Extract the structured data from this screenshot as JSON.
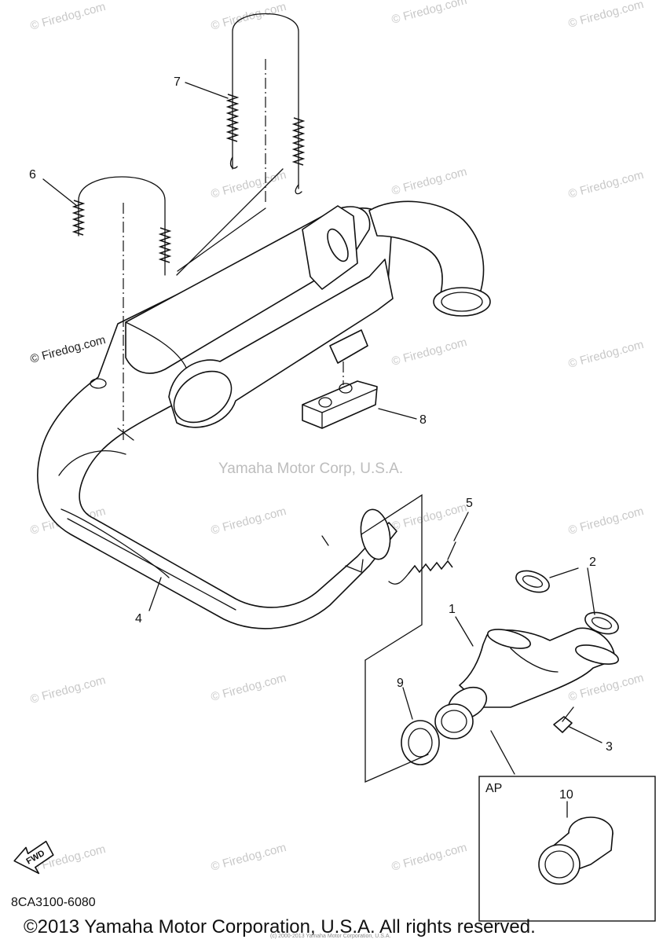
{
  "watermark": {
    "text": "© Firedog.com"
  },
  "center_credit": "Yamaha Motor Corp, U.S.A.",
  "callouts": {
    "c1": "1",
    "c2": "2",
    "c3": "3",
    "c4": "4",
    "c5": "5",
    "c6": "6",
    "c7": "7",
    "c8": "8",
    "c9": "9",
    "c10": "10"
  },
  "inset_label": "AP",
  "fwd_label": "FWD",
  "part_code": "8CA3100-6080",
  "copyright": "©2013 Yamaha Motor Corporation, U.S.A. All rights reserved.",
  "tiny_credit": "(c) 2000-2013 Yamaha Motor Corporation, U.S.A."
}
